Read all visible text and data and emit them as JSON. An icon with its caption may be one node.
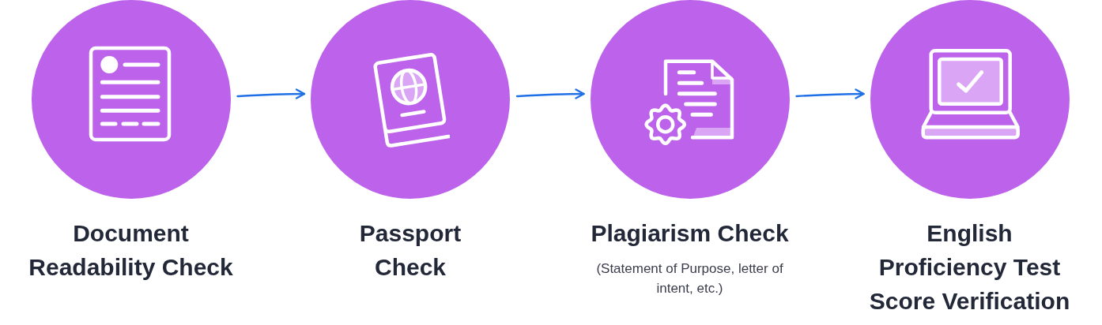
{
  "diagram": {
    "nodes": [
      {
        "text": [
          "Document Readability Check"
        ]
      },
      {
        "text": [
          "Passport Check"
        ]
      },
      {
        "text": [
          "Plagiarism Check",
          "(Statement of Purpose, letter of intent, etc.)"
        ]
      },
      {
        "text": [
          "English Proficiency Test Score Verification"
        ]
      }
    ],
    "edges": [
      {
        "from": 0,
        "to": 1,
        "arrow": "to"
      },
      {
        "from": 1,
        "to": 2,
        "arrow": "to"
      },
      {
        "from": 2,
        "to": 3,
        "arrow": "to"
      }
    ]
  }
}
